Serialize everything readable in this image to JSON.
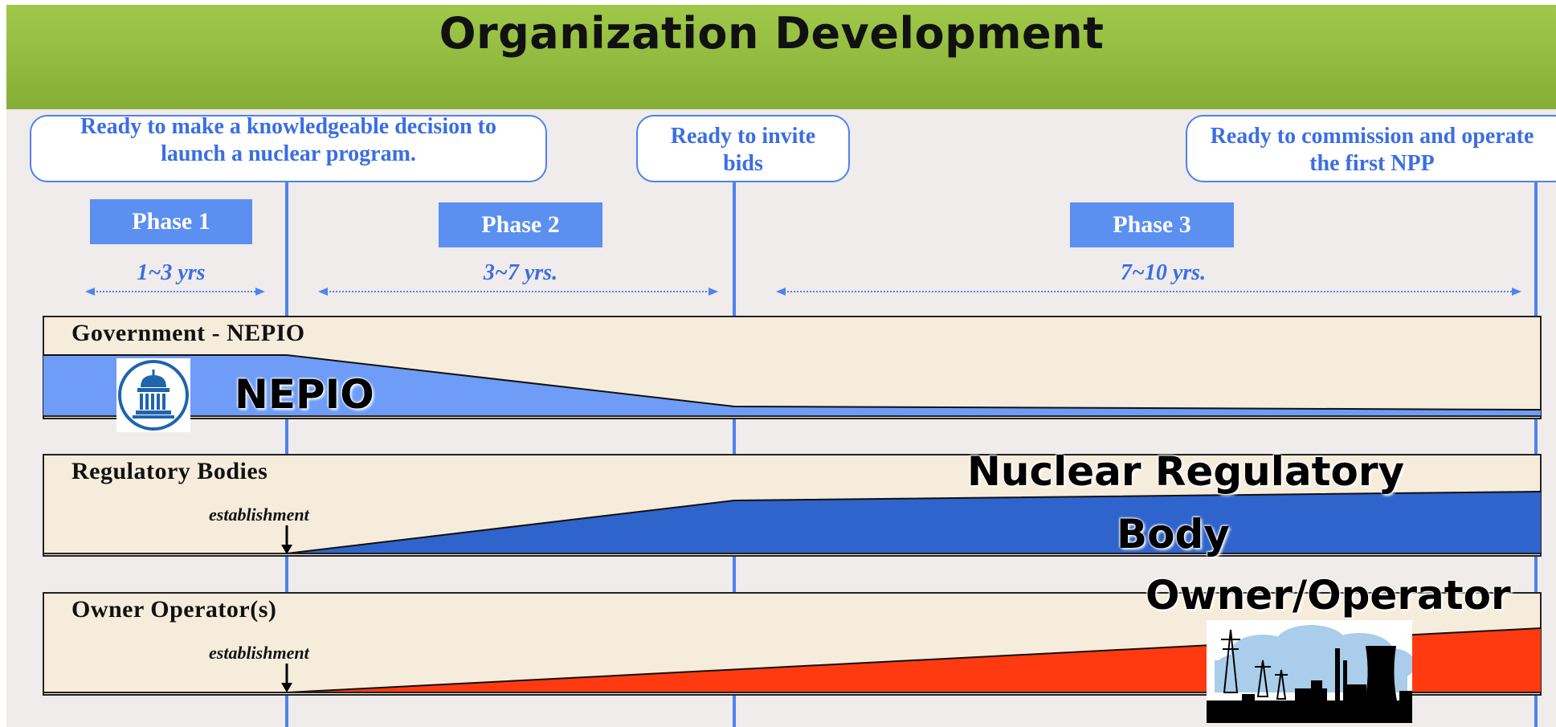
{
  "title": "Organization Development",
  "milestones": [
    {
      "text": "Ready to make a knowledgeable decision to launch a nuclear program."
    },
    {
      "text": "Ready to invite bids"
    },
    {
      "text": "Ready to commission and operate the first NPP"
    }
  ],
  "phases": [
    {
      "label": "Phase 1",
      "duration": "1~3 yrs"
    },
    {
      "label": "Phase 2",
      "duration": "3~7 yrs."
    },
    {
      "label": "Phase 3",
      "duration": "7~10 yrs."
    }
  ],
  "bands": [
    {
      "label": "Government - NEPIO",
      "overlay": "NEPIO",
      "color": "#6e9cf7"
    },
    {
      "label": "Regulatory Bodies",
      "note": "establishment",
      "overlay_line1": "Nuclear Regulatory",
      "overlay_line2": "Body",
      "color": "#2f64cc"
    },
    {
      "label": "Owner Operator(s)",
      "note": "establishment",
      "overlay": "Owner/Operator",
      "color": "#ff3a10"
    }
  ],
  "icons": [
    "capitol-icon",
    "power-plant-icon"
  ],
  "colors": {
    "header": "#94bf44",
    "accent": "#4f81f0",
    "band_bg": "#f6ecdc"
  }
}
